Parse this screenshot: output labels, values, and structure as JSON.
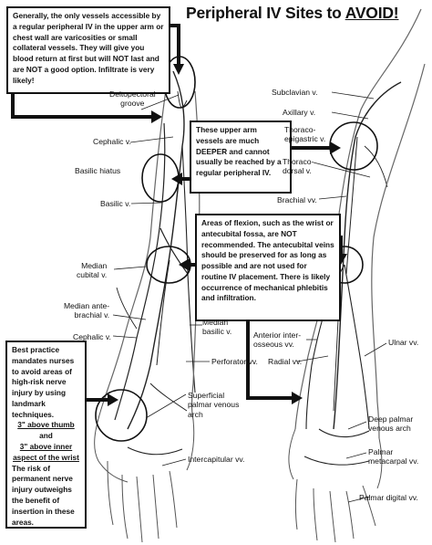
{
  "title": {
    "prefix": "Peripheral IV Sites to ",
    "emph": "AVOID!"
  },
  "notes": {
    "upper": "Generally, the only vessels accessible by a regular peripheral IV in the upper arm or chest wall are varicosities or small collateral vessels. They will give you blood return at first but will NOT last and are NOT a good option.  Infiltrate is very likely!",
    "deeper": "These upper arm vessels are much DEEPER and cannot usually be reached by a regular peripheral IV.",
    "flexion": "Areas of flexion, such as the wrist or antecubital fossa, are NOT recommended. The antecubital veins should be preserved for as long as possible and are not used for routine IV placement. There is likely occurrence of mechanical phlebitis and infiltration.",
    "wrist": {
      "intro": "Best practice mandates nurses to avoid areas of high-risk nerve injury by using landmark techniques.",
      "thumb": "3\" above thumb",
      "and": "and",
      "inner": "3\" above inner aspect of the wrist",
      "outro": "The risk of permanent nerve injury outweighs the benefit of insertion in these areas."
    }
  },
  "labels": {
    "deltopectoral": "Deltopectoral\ngroove",
    "cephalic": "Cephalic v.",
    "basilic_hiatus": "Basilic hiatus",
    "basilic": "Basilic v.",
    "median_cubital": "Median\ncubital v.",
    "median_antebrachial": "Median ante-\nbrachial v.",
    "cephalic_lower": "Cephalic v.",
    "median_basilic": "Median\nbasilic v.",
    "perforator": "Perforator vv.",
    "superficial_palmar": "Superficial\npalmar venous\narch",
    "intercapitular": "Intercapitular vv.",
    "subclavian": "Subclavian v.",
    "axillary": "Axillary v.",
    "thoracoepigastric": "Thoraco-\nepigastric v.",
    "thoracodorsal": "Thoraco-\ndorsal v.",
    "brachial": "Brachial vv.",
    "anterior_interosseous": "Anterior inter-\nosseous vv.",
    "ulnar": "Ulnar vv.",
    "radial": "Radial vv.",
    "deep_palmar": "Deep palmar\nvenous arch",
    "palmar_metacarpal": "Palmar\nmetacarpal vv.",
    "palmar_digital": "Palmar digital vv."
  }
}
